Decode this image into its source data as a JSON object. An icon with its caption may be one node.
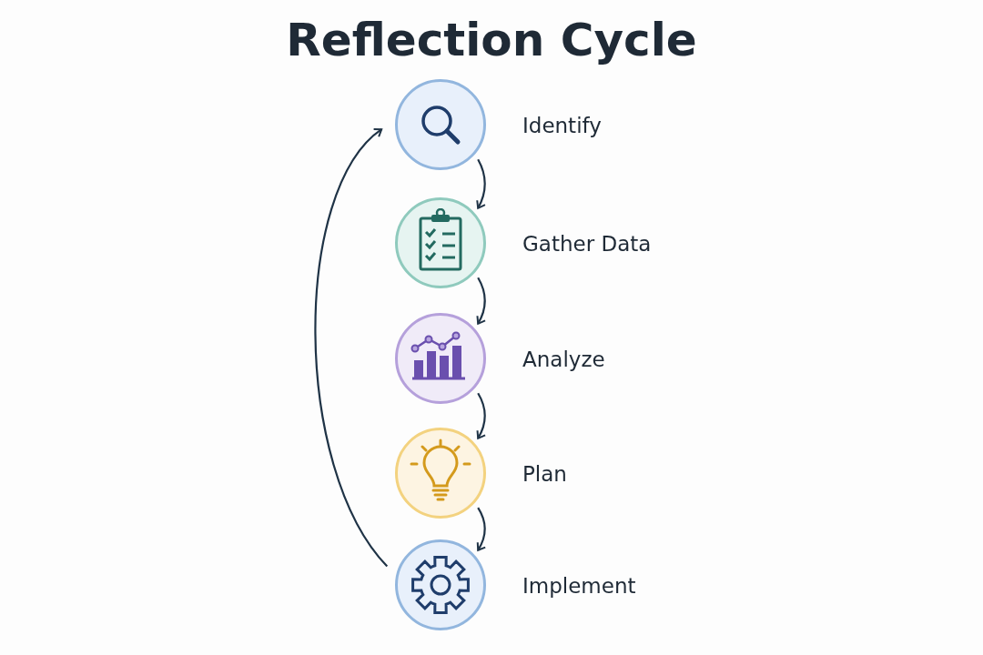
{
  "diagram": {
    "title": "Reflection Cycle",
    "nodes": [
      {
        "text": [
          "Identify"
        ]
      },
      {
        "text": [
          "Gather Data"
        ]
      },
      {
        "text": [
          "Analyze"
        ]
      },
      {
        "text": [
          "Plan"
        ]
      },
      {
        "text": [
          "Implement"
        ]
      }
    ],
    "edges": [
      {
        "from": 0,
        "to": 1,
        "arrow": "to"
      },
      {
        "from": 1,
        "to": 2,
        "arrow": "to"
      },
      {
        "from": 2,
        "to": 3,
        "arrow": "to"
      },
      {
        "from": 3,
        "to": 4,
        "arrow": "to"
      },
      {
        "from": 4,
        "to": 0,
        "arrow": "to"
      }
    ]
  }
}
